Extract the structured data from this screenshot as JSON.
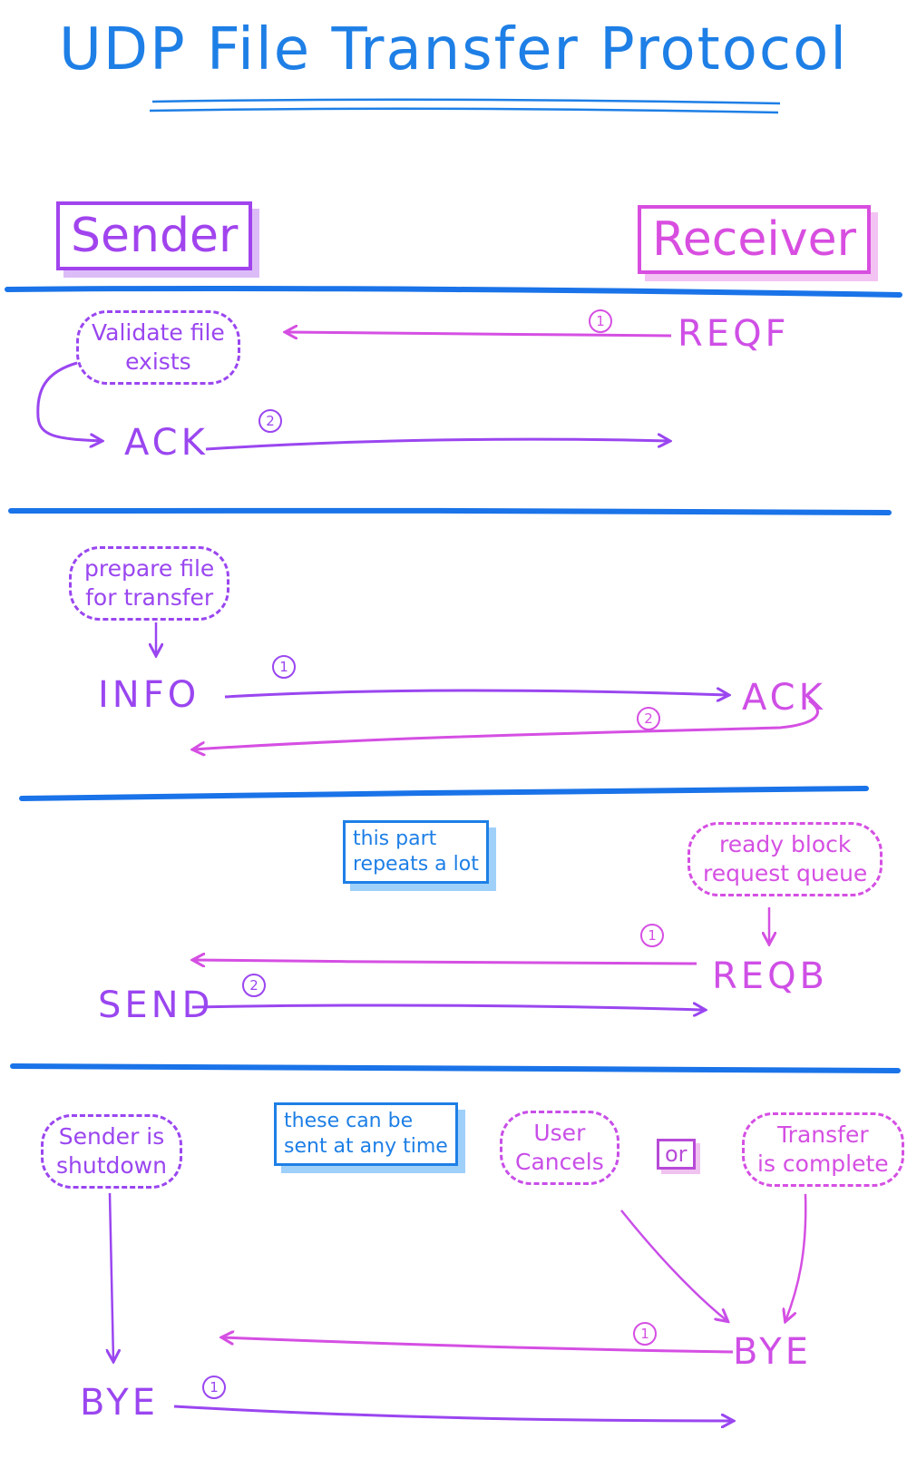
{
  "title": "UDP File Transfer Protocol",
  "actors": {
    "sender": "Sender",
    "receiver": "Receiver"
  },
  "sections": [
    {
      "note_sender": "Validate file\nexists",
      "messages": [
        {
          "label": "REQF",
          "step": "1"
        },
        {
          "label": "ACK",
          "step": "2"
        }
      ]
    },
    {
      "note_sender": "prepare file\nfor transfer",
      "messages": [
        {
          "label": "INFO",
          "step": "1"
        },
        {
          "label": "ACK",
          "step": "2"
        }
      ]
    },
    {
      "callout": "this part\nrepeats a lot",
      "note_receiver": "ready block\nrequest queue",
      "messages": [
        {
          "label": "REQB",
          "step": "1"
        },
        {
          "label": "SEND",
          "step": "2"
        }
      ]
    },
    {
      "note_sender": "Sender is\nshutdown",
      "callout": "these can be\nsent at any time",
      "note_user": "User\nCancels",
      "or": "or",
      "note_complete": "Transfer\nis complete",
      "messages": [
        {
          "label": "BYE",
          "step": "1"
        },
        {
          "label": "BYE",
          "step": "1"
        }
      ]
    }
  ],
  "colors": {
    "divider": "#1a73e8",
    "title": "#1e7fe6",
    "sender": "#9a46f0",
    "receiver": "#d54fe3",
    "callout": "#1e7fe6"
  }
}
